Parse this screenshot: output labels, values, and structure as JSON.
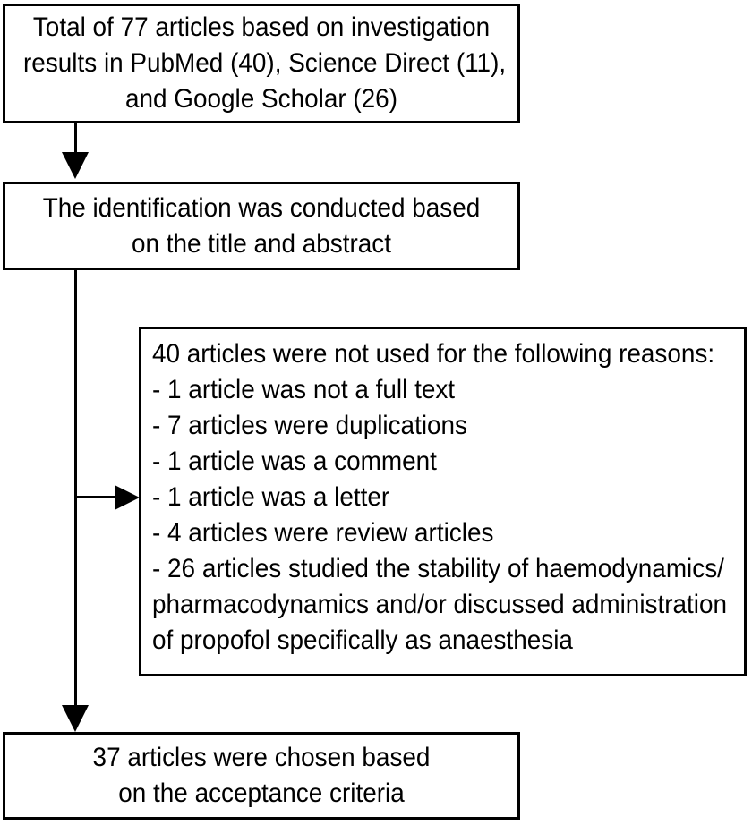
{
  "diagram": {
    "type": "prisma-style-flowchart",
    "title": "Article selection flow",
    "nodes": {
      "source": {
        "name": "total-articles-box",
        "lines": [
          "Total of 77 articles based on investigation",
          "results in PubMed (40), Science Direct (11),",
          "and Google Scholar (26)"
        ],
        "total": 77,
        "databases": [
          {
            "name": "PubMed",
            "count": 40
          },
          {
            "name": "Science Direct",
            "count": 11
          },
          {
            "name": "Google Scholar",
            "count": 26
          }
        ]
      },
      "identification": {
        "name": "identification-box",
        "lines": [
          "The identification was conducted based",
          "on the title and abstract"
        ]
      },
      "excluded": {
        "name": "excluded-articles-box",
        "heading": "40 articles were not used for the following reasons:",
        "excluded_total": 40,
        "lines": [
          "40 articles were not used for the following reasons:",
          "- 1 article was not a full text",
          "- 7 articles were duplications",
          "- 1 article was a comment",
          "- 1 article was a letter",
          "- 4 articles were review articles",
          "- 26 articles studied the stability of haemodynamics/",
          "pharmacodynamics and/or discussed administration",
          "of propofol specifically as anaesthesia"
        ],
        "reasons": [
          {
            "count": 1,
            "reason": "article was not a full text"
          },
          {
            "count": 7,
            "reason": "articles were duplications"
          },
          {
            "count": 1,
            "reason": "article was a comment"
          },
          {
            "count": 1,
            "reason": "article was a letter"
          },
          {
            "count": 4,
            "reason": "articles were review articles"
          },
          {
            "count": 26,
            "reason": "articles studied the stability of haemodynamics/pharmacodynamics and/or discussed administration of propofol specifically as anaesthesia"
          }
        ]
      },
      "included": {
        "name": "included-articles-box",
        "lines": [
          "37 articles were chosen based",
          "on the acceptance criteria"
        ],
        "included_total": 37
      }
    },
    "connectors": [
      {
        "name": "source-to-identification",
        "direction": "down"
      },
      {
        "name": "identification-to-included",
        "direction": "down"
      },
      {
        "name": "identification-to-excluded",
        "direction": "right"
      }
    ],
    "colors": {
      "stroke": "#000000",
      "fill": "#ffffff",
      "text": "#000000"
    }
  }
}
